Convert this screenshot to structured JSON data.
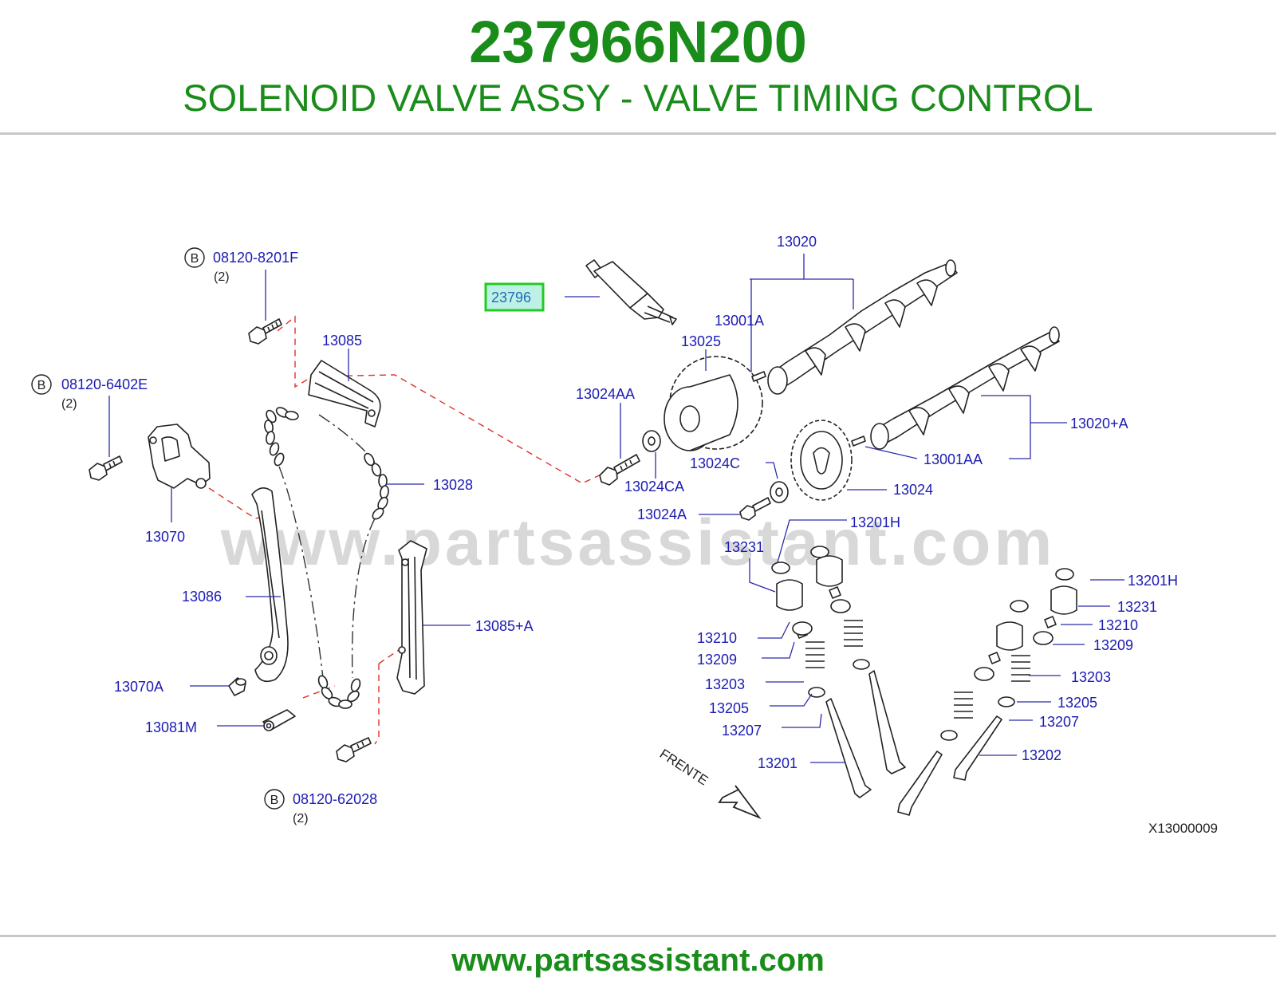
{
  "header": {
    "part_number": "237966N200",
    "description": "SOLENOID VALVE ASSY - VALVE TIMING CONTROL"
  },
  "footer": {
    "url": "www.partsassistant.com"
  },
  "watermark": "www.partsassistant.com",
  "colors": {
    "brand_green": "#1a8c1a",
    "label_blue": "#1b1bb4",
    "highlight_green": "#22cc22",
    "highlight_fill": "#bff0e6",
    "leader_line": "#2a2aaa",
    "dash_red": "#e0302a",
    "rule_gray": "#c7c7c7",
    "watermark_gray": "#d8d8d8"
  },
  "diagram": {
    "highlighted_part": "23796",
    "callouts": {
      "c_08120_8201F": "08120-8201F",
      "q_8201F": "(2)",
      "c_08120_6402E": "08120-6402E",
      "q_6402E": "(2)",
      "c_08120_62028": "08120-62028",
      "q_62028": "(2)",
      "b1": "B",
      "b2": "B",
      "b3": "B",
      "c_13085": "13085",
      "c_13070": "13070",
      "c_13086": "13086",
      "c_13070A": "13070A",
      "c_13081M": "13081M",
      "c_13028": "13028",
      "c_13085A": "13085+A",
      "c_23796": "23796",
      "c_13020": "13020",
      "c_13001A": "13001A",
      "c_13025": "13025",
      "c_13024AA": "13024AA",
      "c_13024CA": "13024CA",
      "c_13024C": "13024C",
      "c_13024A": "13024A",
      "c_13024": "13024",
      "c_13020A": "13020+A",
      "c_13001AA": "13001AA",
      "c_13201H_1": "13201H",
      "c_13231_1": "13231",
      "c_13210_1": "13210",
      "c_13209_1": "13209",
      "c_13203_1": "13203",
      "c_13205_1": "13205",
      "c_13207_1": "13207",
      "c_13201": "13201",
      "c_13201H_2": "13201H",
      "c_13231_2": "13231",
      "c_13210_2": "13210",
      "c_13209_2": "13209",
      "c_13203_2": "13203",
      "c_13205_2": "13205",
      "c_13207_2": "13207",
      "c_13202": "13202",
      "frente": "FRENTE",
      "ref_code": "X13000009"
    }
  }
}
